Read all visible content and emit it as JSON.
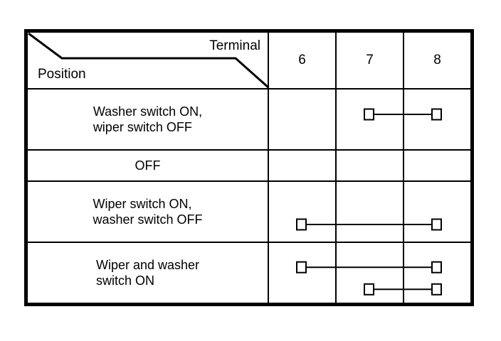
{
  "diagram": {
    "kind": "switch-continuity-table",
    "header": {
      "row_axis_label": "Position",
      "column_axis_label": "Terminal",
      "terminals": [
        "6",
        "7",
        "8"
      ]
    },
    "rows": [
      {
        "position": "Washer switch ON,\nwiper switch OFF",
        "align": "left",
        "connections": [
          {
            "from": "7",
            "to": "8",
            "level": 0
          }
        ]
      },
      {
        "position": "OFF",
        "align": "center",
        "connections": []
      },
      {
        "position": "Wiper switch ON,\nwasher switch OFF",
        "align": "left",
        "connections": [
          {
            "from": "6",
            "to": "8",
            "level": 0
          }
        ]
      },
      {
        "position": "Wiper and washer\nswitch ON",
        "align": "left",
        "connections": [
          {
            "from": "6",
            "to": "8",
            "level": 0
          },
          {
            "from": "7",
            "to": "8",
            "level": 1
          }
        ]
      }
    ],
    "colors": {
      "line": "#000000",
      "background": "#ffffff",
      "terminal_box_fill": "#ffffff"
    }
  }
}
